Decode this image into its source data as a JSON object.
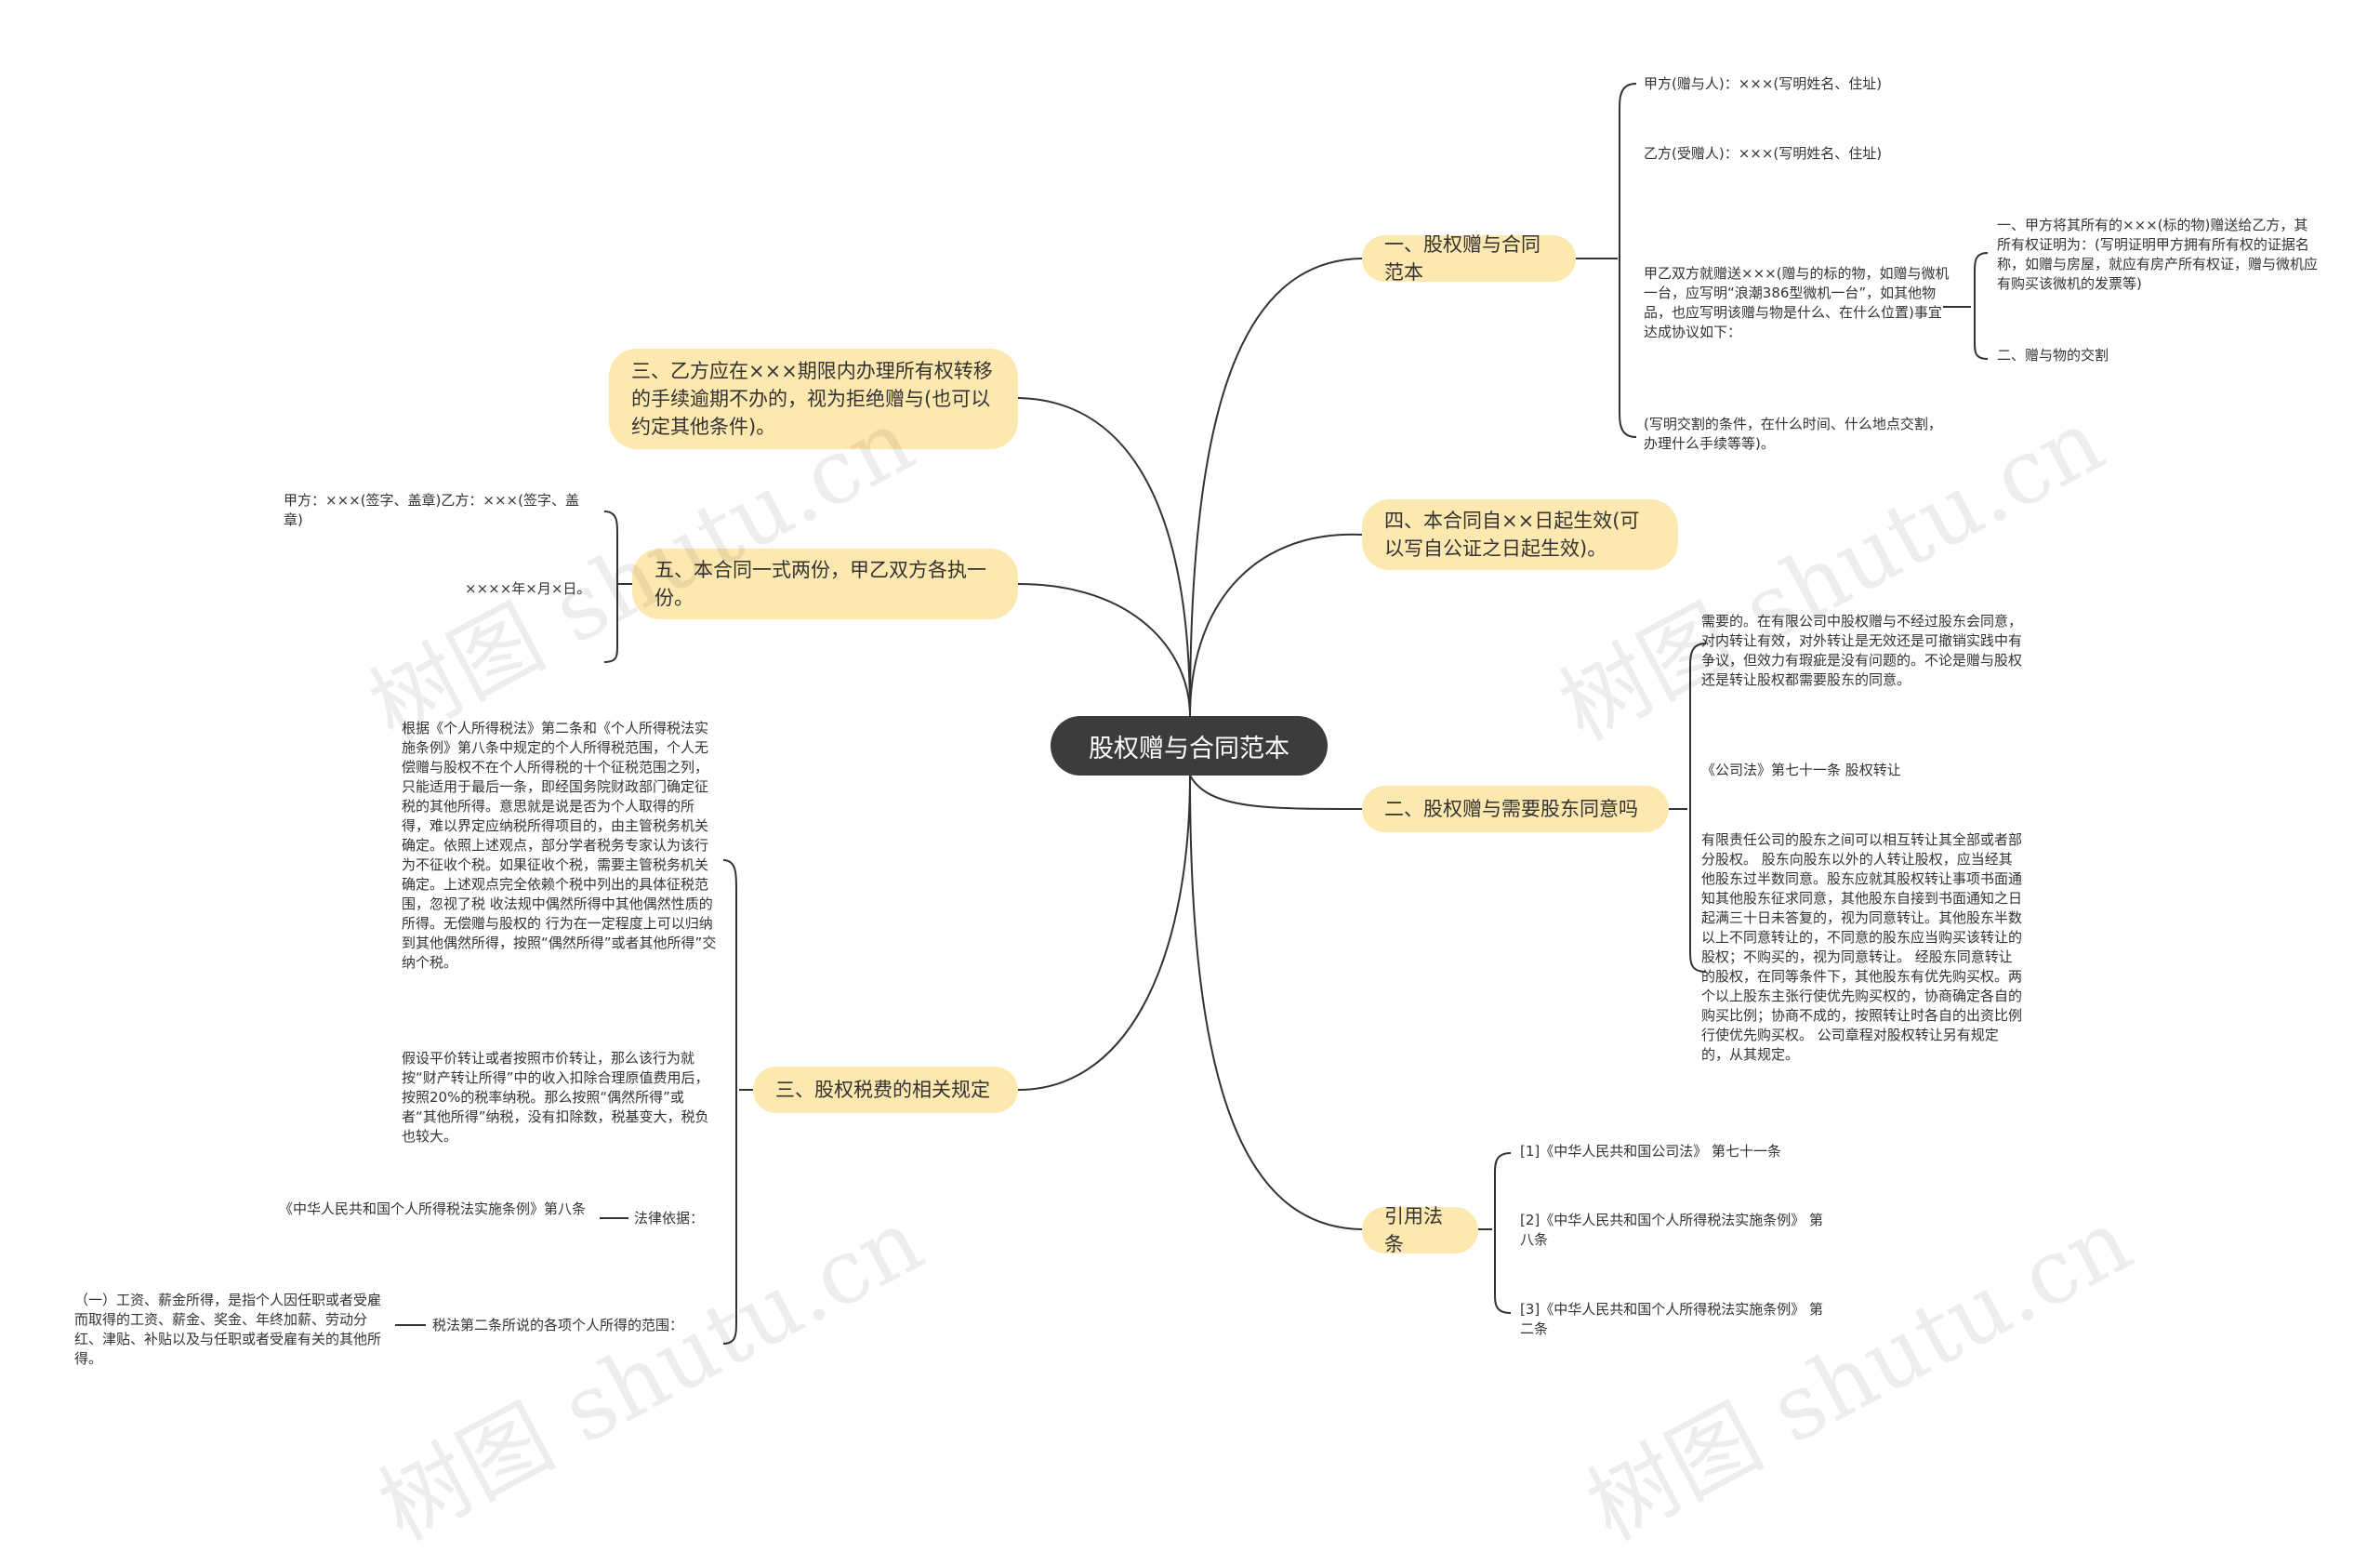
{
  "colors": {
    "root": "#3c3c3c",
    "branch": "#fde8b0",
    "line": "#333333"
  },
  "root": "股权赠与合同范本",
  "branches": {
    "b1": "一、股权赠与合同范本",
    "b2": "四、本合同自××日起生效(可以写自公证之日起生效)。",
    "b3": "二、股权赠与需要股东同意吗",
    "b4": "引用法条",
    "b5": "三、乙方应在×××期限内办理所有权转移的手续逾期不办的，视为拒绝赠与(也可以约定其他条件)。",
    "b6": "五、本合同一式两份，甲乙双方各执一份。",
    "b7": "三、股权税费的相关规定"
  },
  "leaves": {
    "b1_1": "甲方(赠与人)：×××(写明姓名、住址)",
    "b1_2": "乙方(受赠人)：×××(写明姓名、住址)",
    "b1_3": "甲乙双方就赠送×××(赠与的标的物，如赠与微机一台，应写明“浪潮386型微机一台”，如其他物品，也应写明该赠与物是什么、在什么位置)事宜达成协议如下：",
    "b1_3a": "一、甲方将其所有的×××(标的物)赠送给乙方，其所有权证明为：(写明证明甲方拥有所有权的证据名称，如赠与房屋，就应有房产所有权证，赠与微机应有购买该微机的发票等)",
    "b1_3b": "二、赠与物的交割",
    "b1_4": "(写明交割的条件，在什么时间、什么地点交割，办理什么手续等等)。",
    "b3_1": "需要的。在有限公司中股权赠与不经过股东会同意，对内转让有效，对外转让是无效还是可撤销实践中有争议，但效力有瑕疵是没有问题的。不论是赠与股权还是转让股权都需要股东的同意。",
    "b3_2": "《公司法》第七十一条 股权转让",
    "b3_3": "有限责任公司的股东之间可以相互转让其全部或者部分股权。 股东向股东以外的人转让股权，应当经其他股东过半数同意。股东应就其股权转让事项书面通知其他股东征求同意，其他股东自接到书面通知之日起满三十日未答复的，视为同意转让。其他股东半数以上不同意转让的，不同意的股东应当购买该转让的股权；不购买的，视为同意转让。 经股东同意转让的股权，在同等条件下，其他股东有优先购买权。两个以上股东主张行使优先购买权的，协商确定各自的购买比例；协商不成的，按照转让时各自的出资比例行使优先购买权。 公司章程对股权转让另有规定的，从其规定。",
    "b4_1": "[1]《中华人民共和国公司法》 第七十一条",
    "b4_2": "[2]《中华人民共和国个人所得税法实施条例》 第八条",
    "b4_3": "[3]《中华人民共和国个人所得税法实施条例》 第二条",
    "b6_1": "甲方：×××(签字、盖章)乙方：×××(签字、盖章)",
    "b6_2": "××××年×月×日。",
    "b7_1": "根据《个人所得税法》第二条和《个人所得税法实施条例》第八条中规定的个人所得税范围，个人无偿赠与股权不在个人所得税的十个征税范围之列，只能适用于最后一条，即经国务院财政部门确定征税的其他所得。意思就是说是否为个人取得的所得，难以界定应纳税所得项目的，由主管税务机关确定。依照上述观点，部分学者税务专家认为该行为不征收个税。如果征收个税，需要主管税务机关确定。上述观点完全依赖个税中列出的具体征税范围，忽视了税 收法规中偶然所得中其他偶然性质的所得。无偿赠与股权的 行为在一定程度上可以归纳到其他偶然所得，按照“偶然所得”或者其他所得”交纳个税。",
    "b7_2": "假设平价转让或者按照市价转让，那么该行为就按“财产转让所得”中的收入扣除合理原值费用后，按照20%的税率纳税。那么按照“偶然所得”或者“其他所得”纳税，没有扣除数，税基变大，税负也较大。",
    "b7_3": "法律依据：",
    "b7_3a": "《中华人民共和国个人所得税法实施条例》第八条",
    "b7_4": "税法第二条所说的各项个人所得的范围：",
    "b7_4a": "（一）工资、薪金所得，是指个人因任职或者受雇而取得的工资、薪金、奖金、年终加薪、劳动分红、津贴、补贴以及与任职或者受雇有关的其他所得。"
  },
  "watermarks": [
    "树图 shutu.cn",
    "树图 shutu.cn",
    "树图 shutu.cn",
    "树图 shutu.cn"
  ]
}
